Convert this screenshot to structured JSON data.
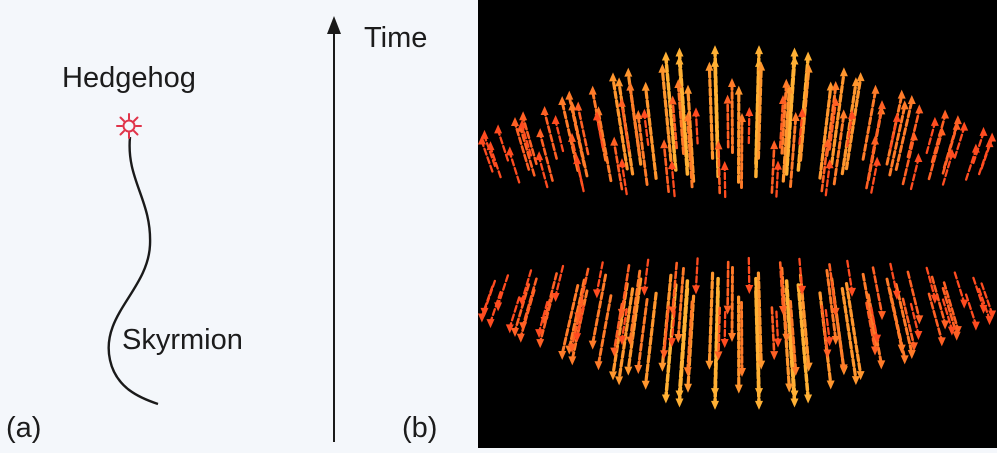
{
  "labels": {
    "hedgehog": "Hedgehog",
    "skyrmion": "Skyrmion",
    "time": "Time",
    "panel_a": "(a)",
    "panel_b": "(b)"
  },
  "colors": {
    "background": "#f4f7fb",
    "panel_b_background": "#000000",
    "hedgehog_star": "#e0344a",
    "worldline": "#1a1a1a",
    "spin_inner": "#ff2a1a",
    "spin_outer": "#ffd23a"
  },
  "icons": {
    "hedgehog_marker": "red-star-icon",
    "time_arrow": "up-arrow-icon"
  }
}
